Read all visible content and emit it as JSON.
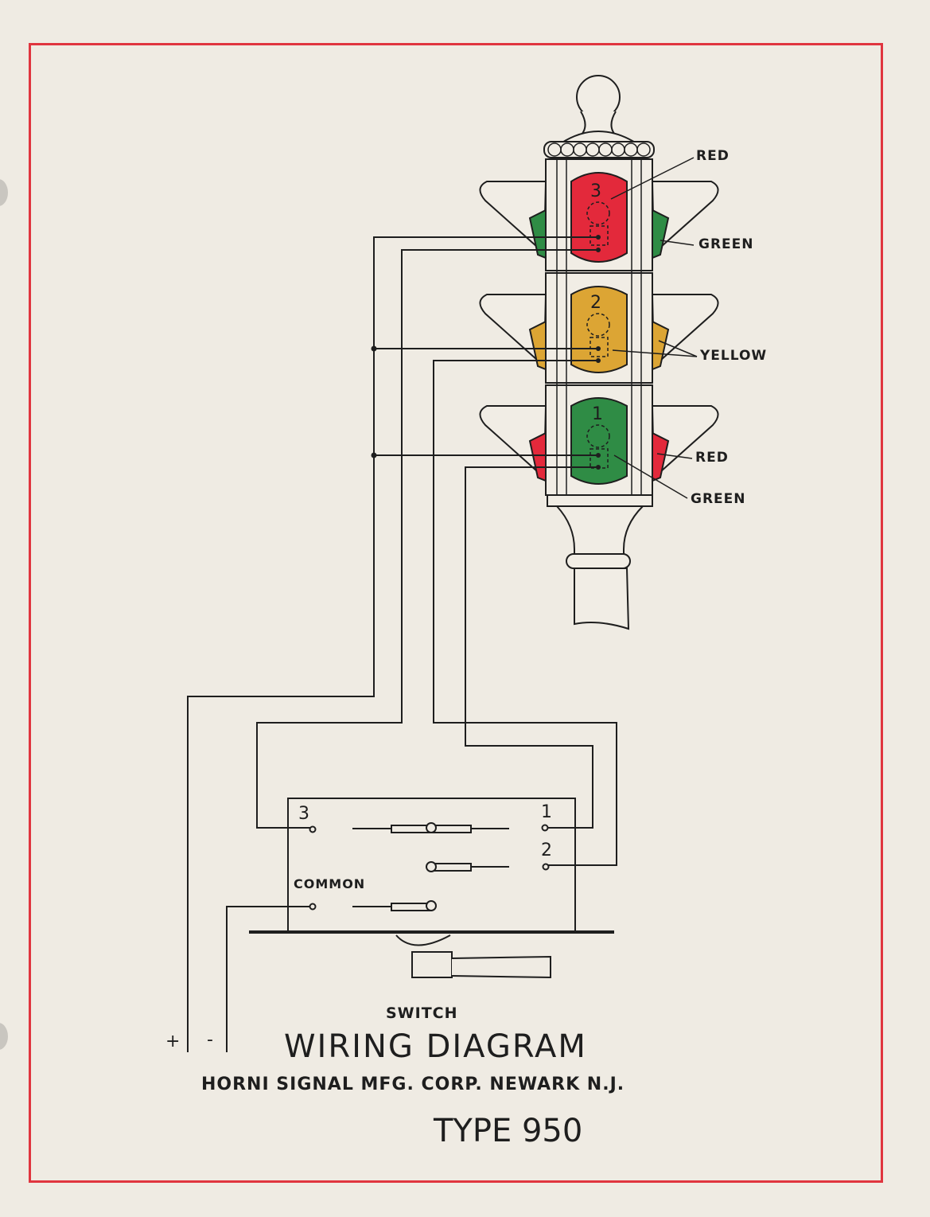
{
  "document": {
    "title": "WIRING DIAGRAM",
    "subtitle_top": "SWITCH",
    "manufacturer": "HORNI SIGNAL MFG. CORP. NEWARK N.J.",
    "model": "TYPE 950",
    "colors": {
      "border": "#e0353f",
      "red_lens": "#e3293b",
      "yellow_lens": "#dca534",
      "green_lens": "#2f8c45",
      "ink": "#1e1e1e",
      "paper": "#efebe3"
    }
  },
  "signal": {
    "sections": [
      {
        "number": "3",
        "lens_color": "red",
        "side_wings_color": "green"
      },
      {
        "number": "2",
        "lens_color": "yellow",
        "side_wings_color": "yellow"
      },
      {
        "number": "1",
        "lens_color": "green",
        "side_wings_color": "red"
      }
    ],
    "callouts": {
      "top_red": "RED",
      "top_green": "GREEN",
      "mid_yellow": "YELLOW",
      "bottom_red": "RED",
      "bottom_green": "GREEN"
    }
  },
  "switch": {
    "terminals": {
      "t3": "3",
      "t1": "1",
      "t2": "2",
      "common": "COMMON"
    }
  },
  "power": {
    "plus": "+",
    "minus": "-"
  }
}
